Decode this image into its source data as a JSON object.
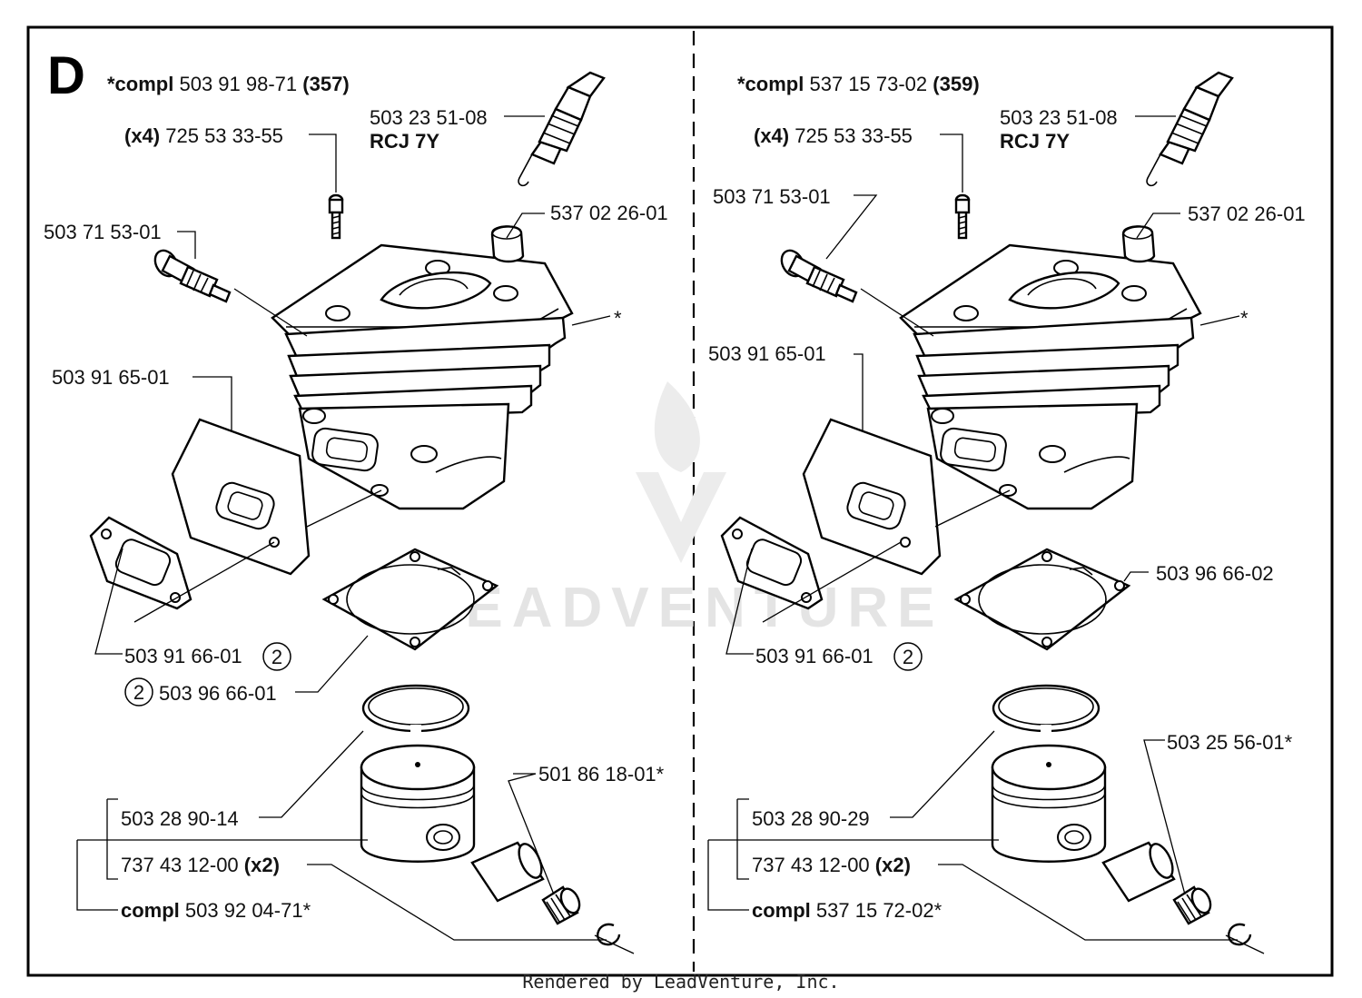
{
  "section_letter": "D",
  "footer": "Rendered by LeadVenture, Inc.",
  "watermark": "LEADVENTURE",
  "left": {
    "kit_prefix": "*compl",
    "kit_number": "503 91 98-71",
    "kit_model": "(357)",
    "spark_plug_number": "503 23 51-08",
    "spark_plug_type": "RCJ 7Y",
    "screw_qty": "(x4)",
    "screw_number": "725 53 33-55",
    "decomp_valve": "503 71 53-01",
    "cap": "537 02 26-01",
    "cylinder_star": "*",
    "plate": "503 91 65-01",
    "exhaust_gasket": "503 91 66-01",
    "exhaust_gasket_ref": "2",
    "base_gasket_ref": "2",
    "base_gasket": "503 96 66-01",
    "bearing": "501 86 18-01*",
    "piston_ring": "503 28 90-14",
    "circlip": "737 43 12-00",
    "circlip_qty": "(x2)",
    "piston_prefix": "compl",
    "piston_number": "503 92 04-71*"
  },
  "right": {
    "kit_prefix": "*compl",
    "kit_number": "537 15 73-02",
    "kit_model": "(359)",
    "spark_plug_number": "503 23 51-08",
    "spark_plug_type": "RCJ 7Y",
    "screw_qty": "(x4)",
    "screw_number": "725 53 33-55",
    "decomp_valve": "503 71 53-01",
    "cap": "537 02 26-01",
    "cylinder_star": "*",
    "plate": "503 91 65-01",
    "base_gasket": "503 96 66-02",
    "exhaust_gasket": "503 91 66-01",
    "exhaust_gasket_ref": "2",
    "bearing": "503 25 56-01*",
    "piston_ring": "503 28 90-29",
    "circlip": "737 43 12-00",
    "circlip_qty": "(x2)",
    "piston_prefix": "compl",
    "piston_number": "537 15 72-02*"
  }
}
